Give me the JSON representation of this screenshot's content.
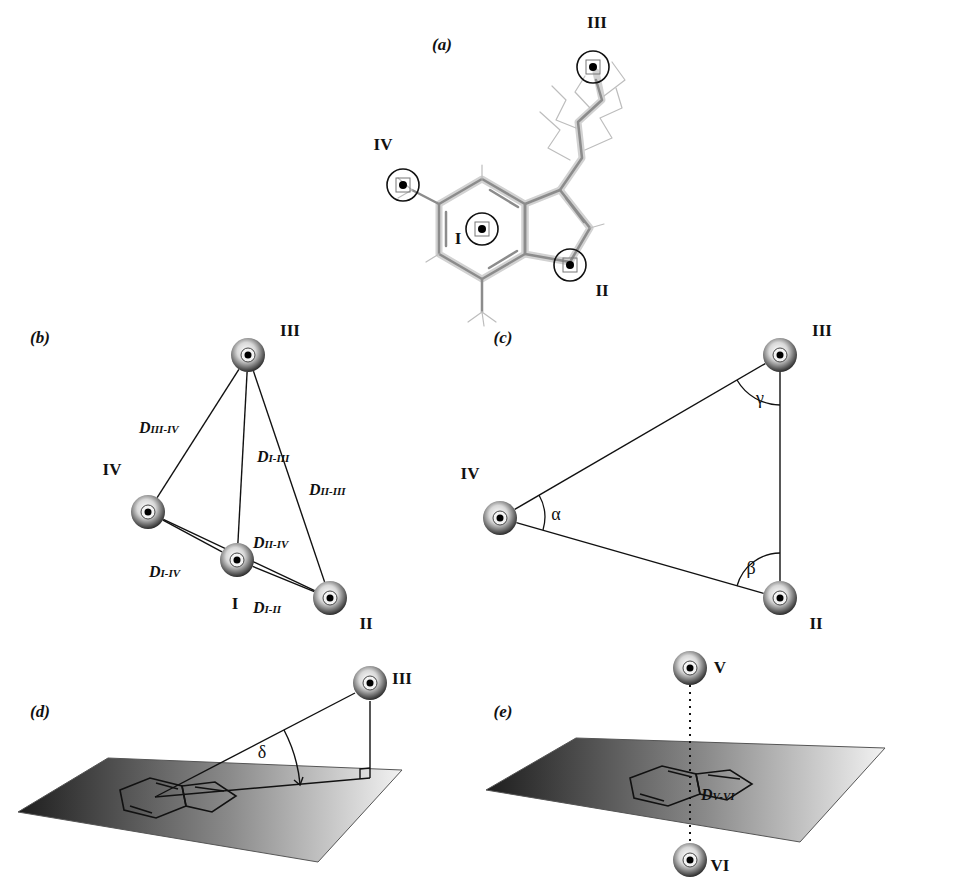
{
  "diagram": {
    "nodes": [
      {
        "text": [
          "III"
        ]
      },
      {
        "text": [
          "IV"
        ]
      },
      {
        "text": [
          "I"
        ]
      },
      {
        "text": [
          "II"
        ]
      },
      {
        "text": [
          "III"
        ]
      },
      {
        "text": [
          "IV"
        ]
      },
      {
        "text": [
          "I"
        ]
      },
      {
        "text": [
          "II"
        ]
      },
      {
        "text": [
          "III"
        ]
      },
      {
        "text": [
          "IV"
        ]
      },
      {
        "text": [
          "II"
        ]
      },
      {
        "text": [
          "III"
        ]
      },
      {
        "text": [
          "V"
        ]
      },
      {
        "text": [
          "VI"
        ]
      }
    ],
    "edges": [
      {
        "from": 5,
        "to": 4,
        "arrow": "none",
        "label": "DIII-IV"
      },
      {
        "from": 6,
        "to": 4,
        "arrow": "none",
        "label": "DI-III"
      },
      {
        "from": 7,
        "to": 4,
        "arrow": "none",
        "label": "DII-III"
      },
      {
        "from": 5,
        "to": 7,
        "arrow": "none",
        "label": "DII-IV"
      },
      {
        "from": 5,
        "to": 6,
        "arrow": "none",
        "label": "DI-IV"
      },
      {
        "from": 6,
        "to": 7,
        "arrow": "none",
        "label": "DI-II"
      },
      {
        "from": 9,
        "to": 8,
        "arrow": "none"
      },
      {
        "from": 9,
        "to": 10,
        "arrow": "none"
      },
      {
        "from": 10,
        "to": 8,
        "arrow": "none"
      },
      {
        "from": 12,
        "to": 13,
        "arrow": "none",
        "label": "DV-VI"
      }
    ],
    "labels": [
      "(a)",
      "(b)",
      "(c)",
      "(d)",
      "(e)",
      "γ",
      "α",
      "β",
      "δ"
    ]
  }
}
